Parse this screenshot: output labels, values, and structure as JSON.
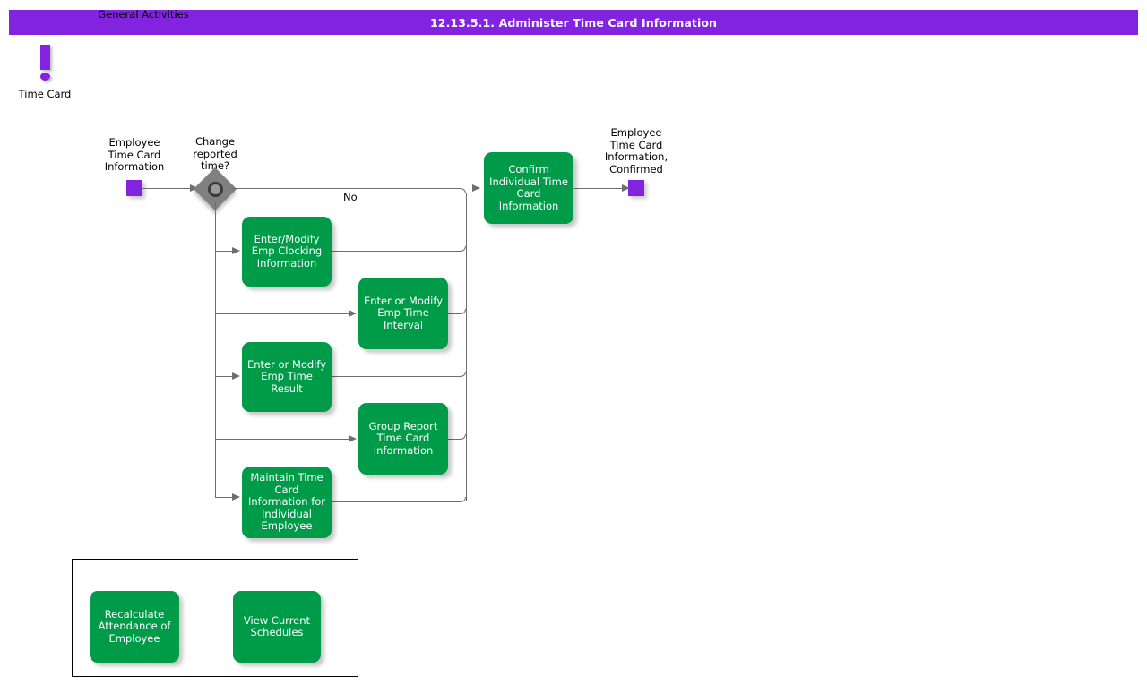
{
  "title_bar": {
    "text": "12.13.5.1. Administer Time Card Information",
    "background": "#8223e0",
    "color": "#ffffff"
  },
  "legend": {
    "icon": "exclamation-mark-icon",
    "label": "Time Card"
  },
  "colors": {
    "activity_green": "#009b48",
    "data_object_purple": "#8223e0",
    "decision_gray": "#808080",
    "connector_gray": "#6e6e6e"
  },
  "flow": {
    "start_data_object": {
      "label": "Employee\nTime Card\nInformation",
      "name": "employee-time-card-information"
    },
    "decision": {
      "label": "Change\nreported\ntime?",
      "name": "change-reported-time-decision"
    },
    "edge_labels": {
      "no": "No"
    },
    "branch_activities": [
      {
        "label": "Enter/Modify\nEmp Clocking\nInformation"
      },
      {
        "label": "Enter or Modify\nEmp Time\nInterval"
      },
      {
        "label": "Enter or Modify\nEmp Time Result"
      },
      {
        "label": "Group Report\nTime Card\nInformation"
      },
      {
        "label": "Maintain Time\nCard\nInformation for\nIndividual\nEmployee"
      }
    ],
    "confirm_activity": {
      "label": "Confirm\nIndividual Time\nCard\nInformation"
    },
    "end_data_object": {
      "label": "Employee\nTime Card\nInformation,\nConfirmed",
      "name": "employee-time-card-information-confirmed"
    }
  },
  "general_activities": {
    "title": "General Activities",
    "items": [
      {
        "label": "Recalculate\nAttendance of\nEmployee"
      },
      {
        "label": "View Current\nSchedules"
      }
    ]
  }
}
